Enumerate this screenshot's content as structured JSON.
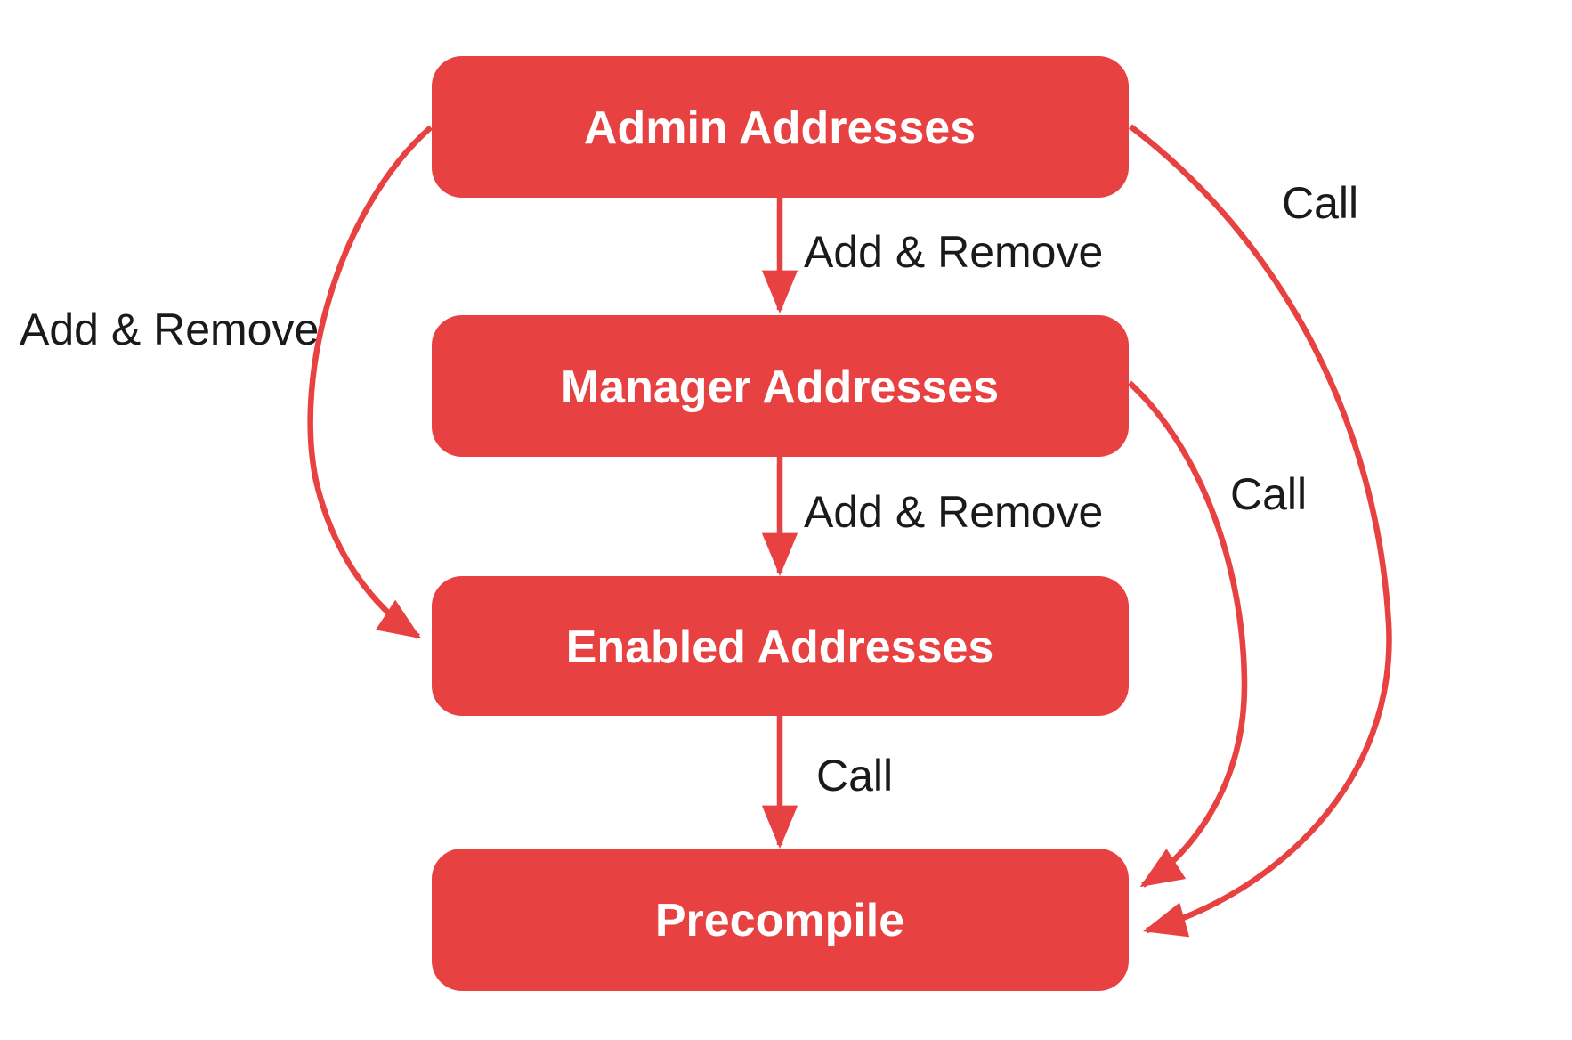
{
  "colors": {
    "background": "#FFFFFF",
    "node_fill": "#E84142",
    "node_text": "#FFFFFF",
    "edge_stroke": "#E84142",
    "edge_label_text": "#1A1A1A"
  },
  "nodes": [
    {
      "id": "admin",
      "label": "Admin Addresses"
    },
    {
      "id": "manager",
      "label": "Manager Addresses"
    },
    {
      "id": "enabled",
      "label": "Enabled Addresses"
    },
    {
      "id": "precompile",
      "label": "Precompile"
    }
  ],
  "edges": [
    {
      "from": "admin",
      "to": "manager",
      "label": "Add & Remove"
    },
    {
      "from": "manager",
      "to": "enabled",
      "label": "Add & Remove"
    },
    {
      "from": "enabled",
      "to": "precompile",
      "label": "Call"
    },
    {
      "from": "admin",
      "to": "enabled",
      "label": "Add & Remove"
    },
    {
      "from": "manager",
      "to": "precompile",
      "label": "Call"
    },
    {
      "from": "admin",
      "to": "precompile",
      "label": "Call"
    }
  ]
}
